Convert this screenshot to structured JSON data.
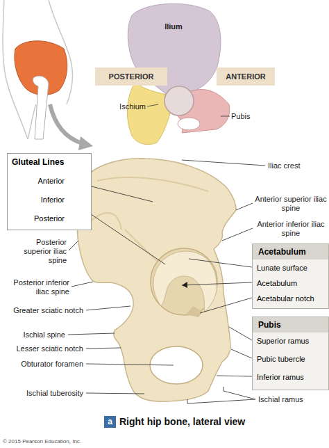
{
  "diagram": {
    "caption": "Right hip bone, lateral view",
    "nodes": [
      {
        "text": [
          "Gluteal Lines",
          "Anterior",
          "Inferior",
          "Posterior"
        ]
      },
      {
        "text": [
          "Acetabulum",
          "Lunate surface",
          "Acetabulum",
          "Acetabular notch"
        ]
      },
      {
        "text": [
          "Pubis",
          "Superior ramus",
          "Pubic tubercle",
          "Inferior ramus"
        ]
      },
      {
        "text": [
          "POSTERIOR"
        ]
      },
      {
        "text": [
          "ANTERIOR"
        ]
      },
      {
        "text": [
          "a"
        ]
      }
    ],
    "labels": [
      "Ilium",
      "Ischium",
      "Pubis",
      "Iliac crest",
      "Anterior superior iliac spine",
      "Anterior inferior iliac spine",
      "Posterior superior iliac spine",
      "Posterior inferior iliac spine",
      "Greater sciatic notch",
      "Ischial spine",
      "Lesser sciatic notch",
      "Obturator foramen",
      "Ischial tuberosity",
      "Ischial ramus",
      "© 2015 Pearson Education, Inc."
    ]
  }
}
